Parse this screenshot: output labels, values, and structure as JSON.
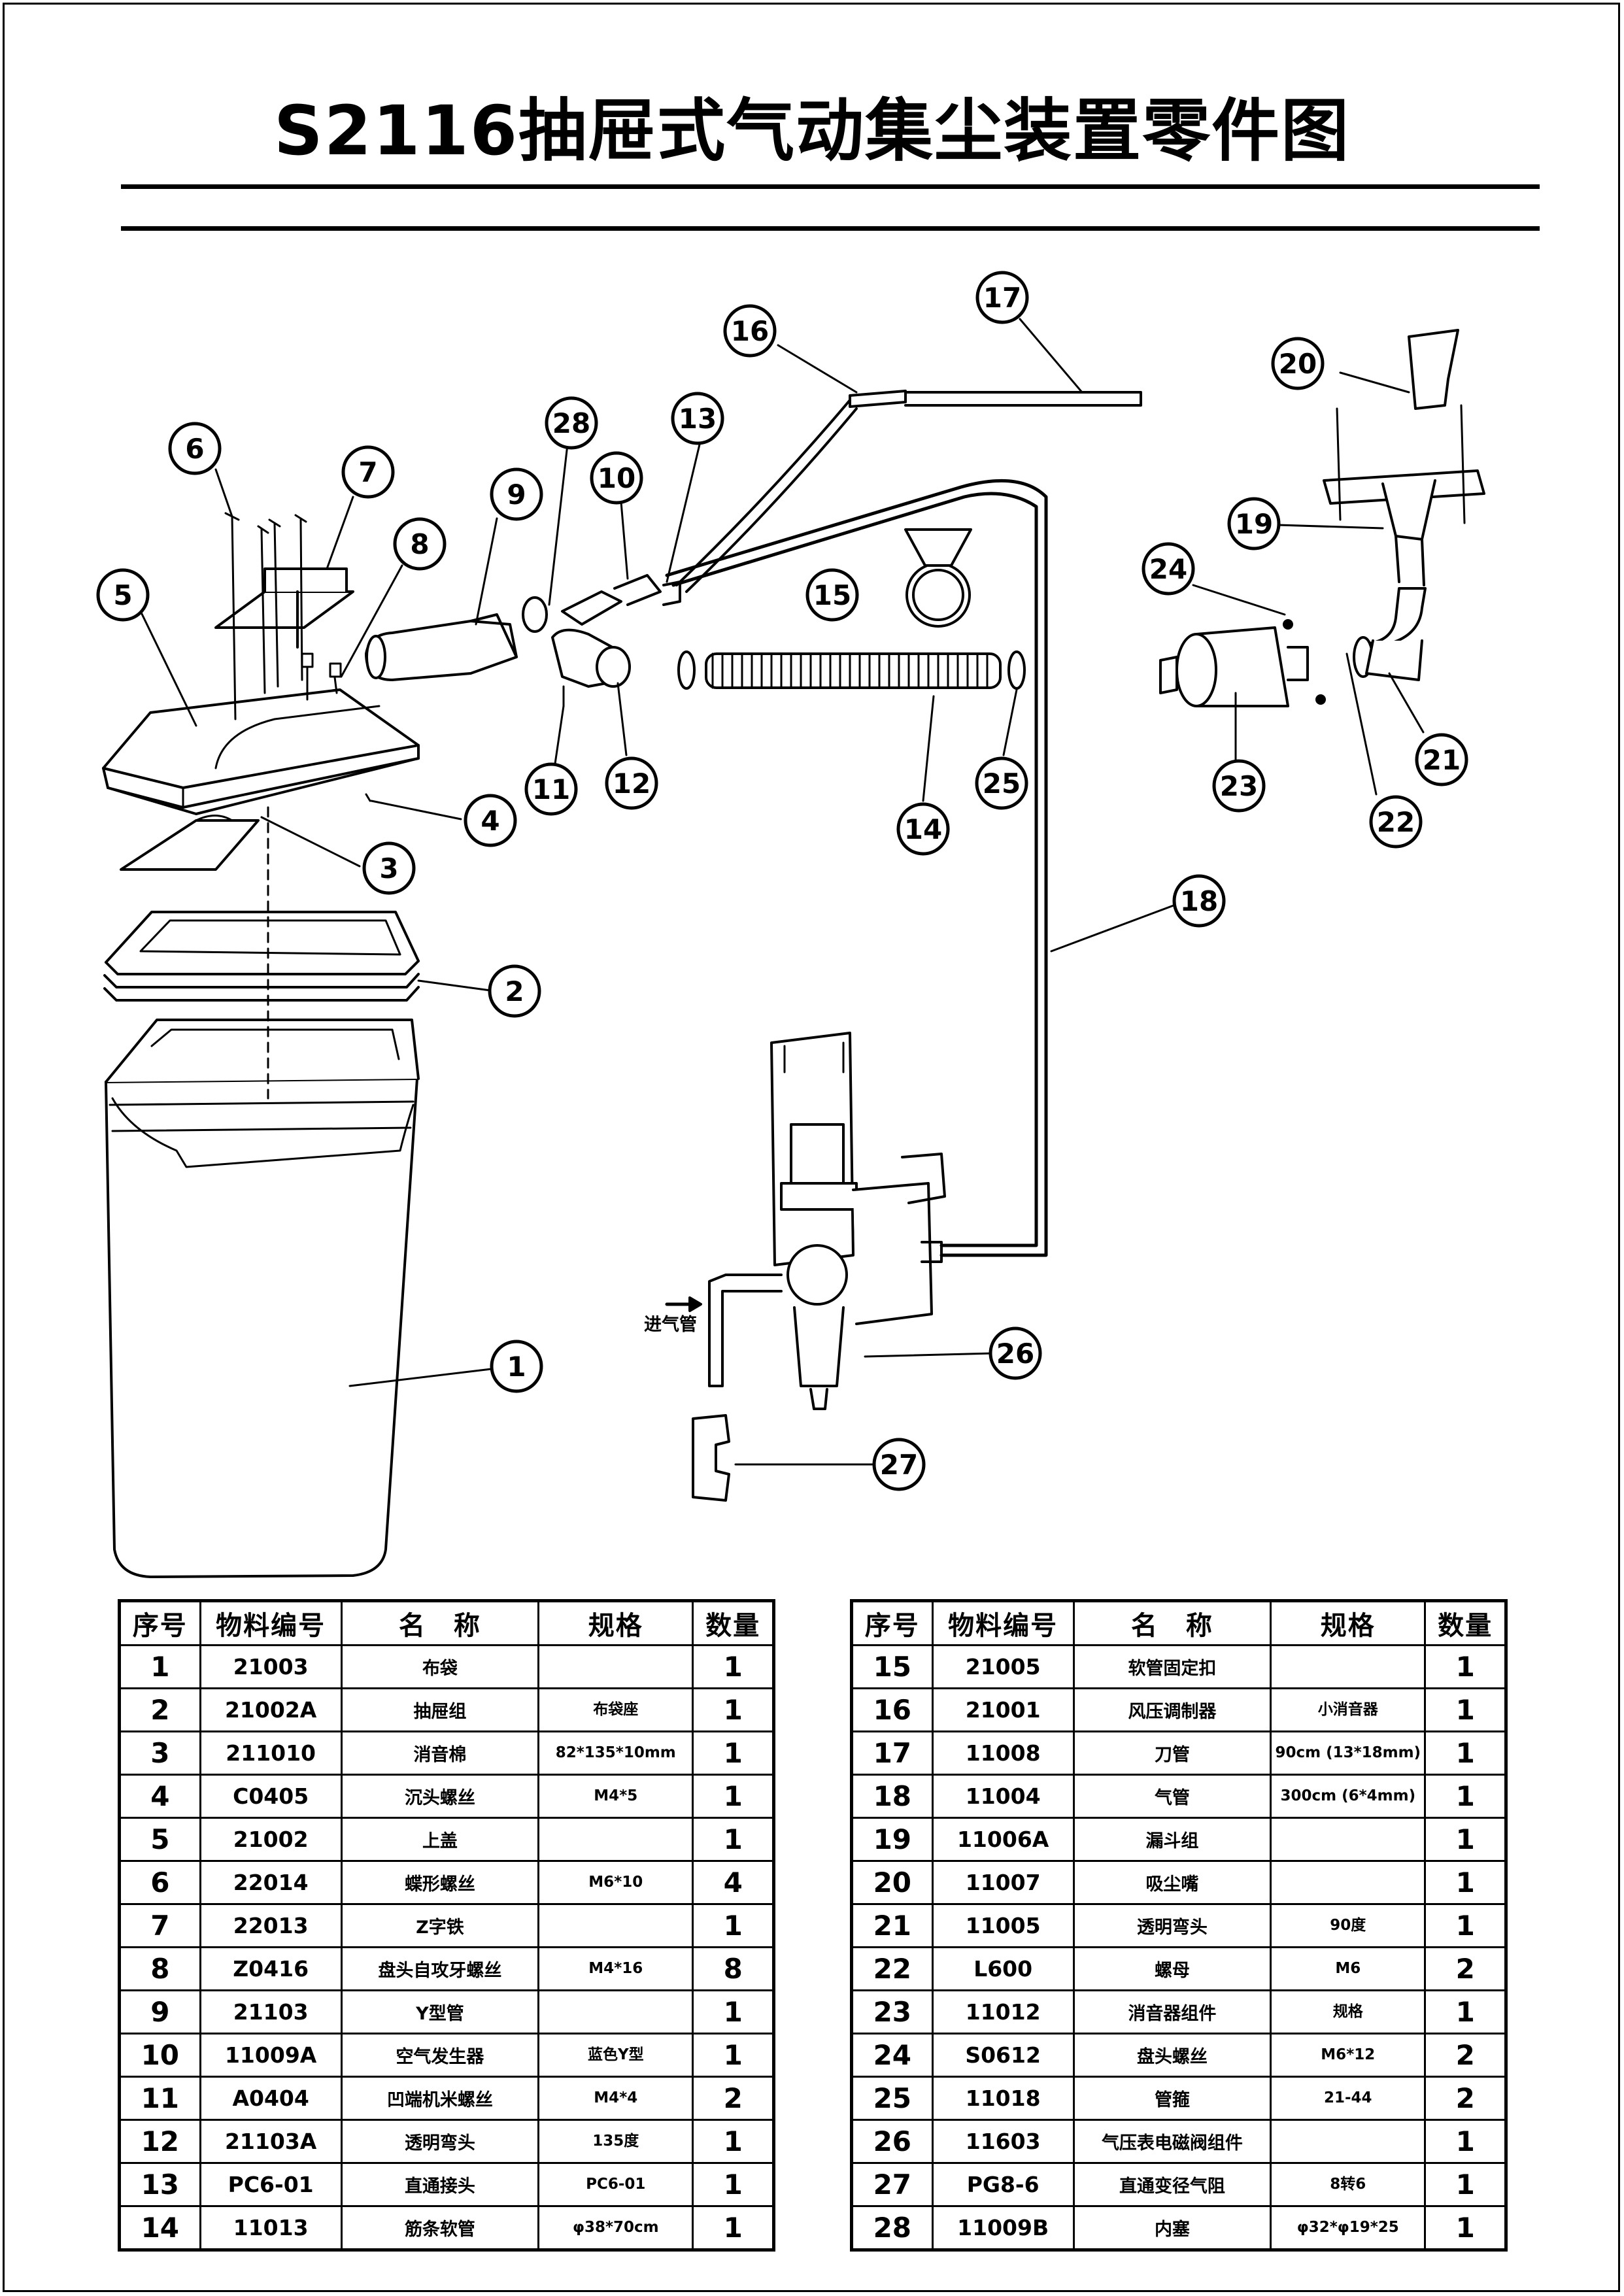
{
  "title": "S2116抽屉式气动集尘装置零件图",
  "diagram": {
    "callouts": [
      "1",
      "2",
      "3",
      "4",
      "5",
      "6",
      "7",
      "8",
      "9",
      "10",
      "11",
      "12",
      "13",
      "14",
      "15",
      "16",
      "17",
      "18",
      "19",
      "20",
      "21",
      "22",
      "23",
      "24",
      "25",
      "26",
      "27",
      "28"
    ],
    "inlet_label": "进气管"
  },
  "table_headers": [
    "序号",
    "物料编号",
    "名　称",
    "规格",
    "数量"
  ],
  "parts_left": [
    {
      "seq": "1",
      "code": "21003",
      "name": "布袋",
      "spec": "",
      "qty": "1"
    },
    {
      "seq": "2",
      "code": "21002A",
      "name": "抽屉组",
      "spec": "布袋座",
      "qty": "1"
    },
    {
      "seq": "3",
      "code": "211010",
      "name": "消音棉",
      "spec": "82*135*10mm",
      "qty": "1"
    },
    {
      "seq": "4",
      "code": "C0405",
      "name": "沉头螺丝",
      "spec": "M4*5",
      "qty": "1"
    },
    {
      "seq": "5",
      "code": "21002",
      "name": "上盖",
      "spec": "",
      "qty": "1"
    },
    {
      "seq": "6",
      "code": "22014",
      "name": "蝶形螺丝",
      "spec": "M6*10",
      "qty": "4"
    },
    {
      "seq": "7",
      "code": "22013",
      "name": "Z字铁",
      "spec": "",
      "qty": "1"
    },
    {
      "seq": "8",
      "code": "Z0416",
      "name": "盘头自攻牙螺丝",
      "spec": "M4*16",
      "qty": "8"
    },
    {
      "seq": "9",
      "code": "21103",
      "name": "Y型管",
      "spec": "",
      "qty": "1"
    },
    {
      "seq": "10",
      "code": "11009A",
      "name": "空气发生器",
      "spec": "蓝色Y型",
      "qty": "1"
    },
    {
      "seq": "11",
      "code": "A0404",
      "name": "凹端机米螺丝",
      "spec": "M4*4",
      "qty": "2"
    },
    {
      "seq": "12",
      "code": "21103A",
      "name": "透明弯头",
      "spec": "135度",
      "qty": "1"
    },
    {
      "seq": "13",
      "code": "PC6-01",
      "name": "直通接头",
      "spec": "PC6-01",
      "qty": "1"
    },
    {
      "seq": "14",
      "code": "11013",
      "name": "筋条软管",
      "spec": "φ38*70cm",
      "qty": "1"
    }
  ],
  "parts_right": [
    {
      "seq": "15",
      "code": "21005",
      "name": "软管固定扣",
      "spec": "",
      "qty": "1"
    },
    {
      "seq": "16",
      "code": "21001",
      "name": "风压调制器",
      "spec": "小消音器",
      "qty": "1"
    },
    {
      "seq": "17",
      "code": "11008",
      "name": "刀管",
      "spec": "90cm (13*18mm)",
      "qty": "1"
    },
    {
      "seq": "18",
      "code": "11004",
      "name": "气管",
      "spec": "300cm (6*4mm)",
      "qty": "1"
    },
    {
      "seq": "19",
      "code": "11006A",
      "name": "漏斗组",
      "spec": "",
      "qty": "1"
    },
    {
      "seq": "20",
      "code": "11007",
      "name": "吸尘嘴",
      "spec": "",
      "qty": "1"
    },
    {
      "seq": "21",
      "code": "11005",
      "name": "透明弯头",
      "spec": "90度",
      "qty": "1"
    },
    {
      "seq": "22",
      "code": "L600",
      "name": "螺母",
      "spec": "M6",
      "qty": "2"
    },
    {
      "seq": "23",
      "code": "11012",
      "name": "消音器组件",
      "spec": "规格",
      "qty": "1"
    },
    {
      "seq": "24",
      "code": "S0612",
      "name": "盘头螺丝",
      "spec": "M6*12",
      "qty": "2"
    },
    {
      "seq": "25",
      "code": "11018",
      "name": "管箍",
      "spec": "21-44",
      "qty": "2"
    },
    {
      "seq": "26",
      "code": "11603",
      "name": "气压表电磁阀组件",
      "spec": "",
      "qty": "1"
    },
    {
      "seq": "27",
      "code": "PG8-6",
      "name": "直通变径气阻",
      "spec": "8转6",
      "qty": "1"
    },
    {
      "seq": "28",
      "code": "11009B",
      "name": "内塞",
      "spec": "φ32*φ19*25",
      "qty": "1"
    }
  ]
}
